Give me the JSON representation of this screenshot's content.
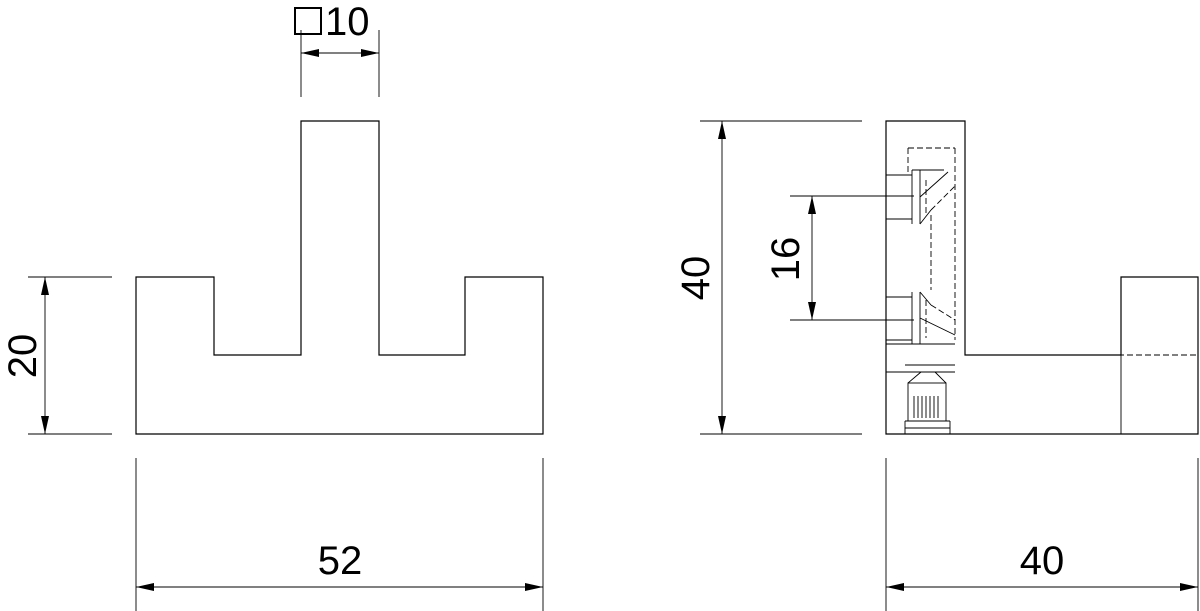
{
  "dimensions": {
    "square_symbol": "□",
    "square_size": "10",
    "front_height": "20",
    "front_width": "52",
    "side_height": "40",
    "hole_spacing": "16",
    "side_width": "40"
  }
}
